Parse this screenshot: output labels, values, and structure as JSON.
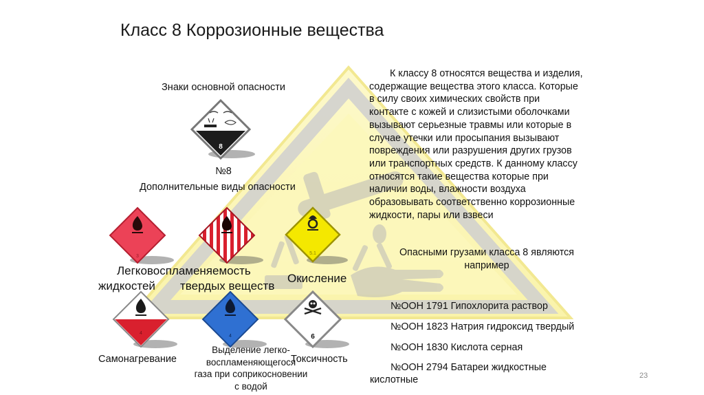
{
  "slide": {
    "title": "Класс 8 Коррозионные вещества",
    "page_number": "23"
  },
  "main_hazard": {
    "heading": "Знаки основной опасности",
    "sign_number": "8",
    "label": "№8"
  },
  "additional_hazards": {
    "heading": "Дополнительные виды опасности",
    "caption_flammable_line1": "Легковоспламеняемость",
    "caption_flammable_liquids": "жидкостей",
    "caption_flammable_solids": "твердых веществ",
    "signs": [
      {
        "id": "flammable-liquid",
        "class": "3",
        "color": "#e8384a",
        "caption": ""
      },
      {
        "id": "flammable-solid",
        "class": "4",
        "color": "#d9202e",
        "caption": ""
      },
      {
        "id": "oxidizer",
        "class": "5.1",
        "color": "#f2e600",
        "caption": "Окисление"
      },
      {
        "id": "spontaneous-combustion",
        "class": "4",
        "color": "#d9202e",
        "caption": "Самонагревание"
      },
      {
        "id": "dangerous-when-wet",
        "class": "4",
        "color": "#2f6fd0",
        "caption_lines": [
          "Выделение легко-",
          "воспламеняющегося",
          "газа при соприкосновении",
          "с водой"
        ]
      },
      {
        "id": "toxic",
        "class": "6",
        "color": "#ffffff",
        "caption": "Токсичность"
      }
    ]
  },
  "description": {
    "lines": [
      "К классу 8 относятся вещества и изделия,",
      "содержащие вещества этого класса. Которые",
      "в силу своих химических свойств при",
      "контакте с кожей и слизистыми оболочками",
      "вызывают серьезные травмы или которые в",
      "случае утечки или просыпания вызывают",
      "повреждения или разрушения других грузов",
      "или транспортных средств. К данному классу",
      "относятся такие вещества которые при",
      "наличии воды, влажности воздуха",
      "образовывать соответственно коррозионные",
      "жидкости, пары или взвеси"
    ]
  },
  "examples": {
    "heading_line1": "Опасными грузами класса 8 являются",
    "heading_line2": "например",
    "items": [
      "№ООН 1791 Гипохлорита раствор",
      "№ООН 1823 Натрия гидроксид твердый",
      "№ООН 1830 Кислота серная",
      "№ООН 2794 Батареи жидкостные"
    ],
    "last_item_continuation": "кислотные"
  },
  "colors": {
    "triangle_fill": "#fbf6b8",
    "triangle_border": "#f3e98a",
    "triangle_inner_gray": "#c9c9c9",
    "corrosive_black": "#1c1c1c"
  }
}
